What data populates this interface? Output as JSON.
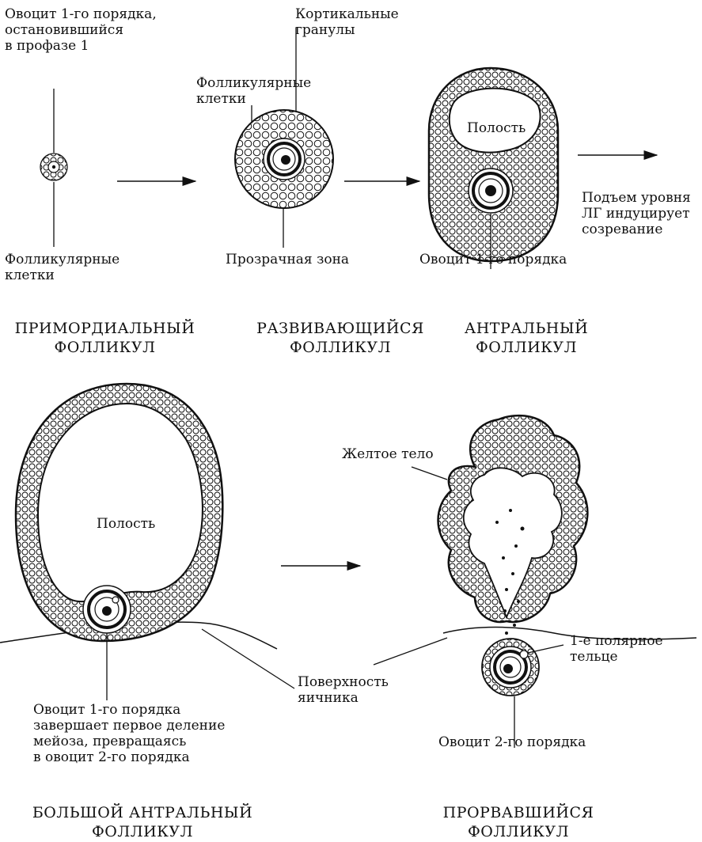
{
  "labels": {
    "oocyte_prophase": "Овоцит 1-го порядка,\nостановившийся\nв профазе 1",
    "cortical_granules": "Кортикальные\nгранулы",
    "follicular_cells_top": "Фолликулярные\nклетки",
    "follicular_cells_bottom": "Фолликулярные\nклетки",
    "zona_pellucida": "Прозрачная зона",
    "cavity_antral": "Полость",
    "oocyte_antral": "Овоцит 1-го порядка",
    "lh_surge": "Подъем уровня\nЛГ индуцирует\nсозревание",
    "cavity_large": "Полость",
    "corpus_luteum": "Желтое тело",
    "first_polar_body": "1-е полярное\nтельце",
    "ovary_surface": "Поверхность\nяичника",
    "oocyte_meiosis": "Овоцит 1-го порядка\nзавершает первое деление\nмейоза, превращаясь\nв овоцит 2-го порядка",
    "oocyte_secondary": "Овоцит 2-го порядка"
  },
  "stages": {
    "primordial": "ПРИМОРДИАЛЬНЫЙ\nФОЛЛИКУЛ",
    "developing": "РАЗВИВАЮЩИЙСЯ\nФОЛЛИКУЛ",
    "antral": "АНТРАЛЬНЫЙ\nФОЛЛИКУЛ",
    "large_antral": "БОЛЬШОЙ АНТРАЛЬНЫЙ\nФОЛЛИКУЛ",
    "ruptured": "ПРОРВАВШИЙСЯ\nФОЛЛИКУЛ"
  }
}
